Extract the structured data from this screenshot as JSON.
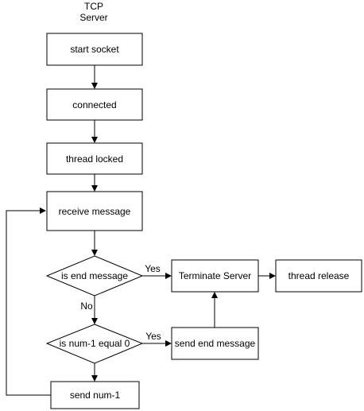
{
  "diagram": {
    "title_line1": "TCP",
    "title_line2": "Server",
    "nodes": {
      "start_socket": "start socket",
      "connected": "connected",
      "thread_locked": "thread locked",
      "receive_message": "receive message",
      "is_end_message": "is end message",
      "terminate_server": "Terminate Server",
      "thread_release": "thread release",
      "is_num_equal_zero": "is num-1 equal 0",
      "send_end_message": "send end message",
      "send_num": "send num-1"
    },
    "edge_labels": {
      "yes_terminate": "Yes",
      "no_branch": "No",
      "yes_send_end": "Yes"
    }
  }
}
